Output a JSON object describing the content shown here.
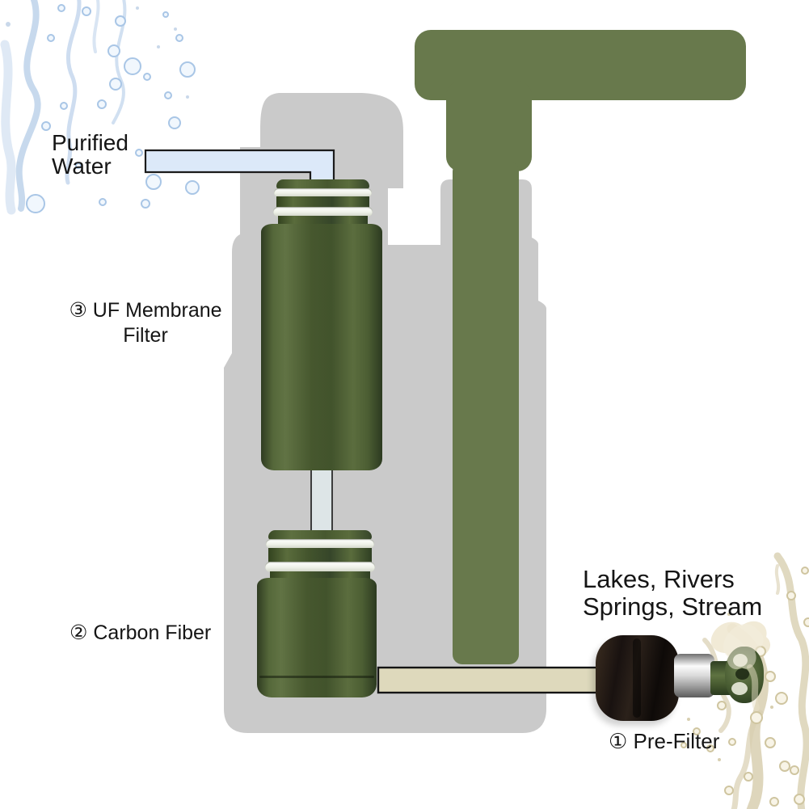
{
  "diagram": {
    "title": "Portable water filter pump diagram",
    "labels": {
      "purified_water": [
        "Purified",
        "Water"
      ],
      "uf_membrane": [
        "③ UF Membrane",
        "Filter"
      ],
      "carbon_fiber": "② Carbon Fiber",
      "water_source": [
        "Lakes, Rivers",
        "Springs, Stream"
      ],
      "pre_filter": "① Pre-Filter"
    },
    "parts": [
      "pump-handle",
      "pump-body-silhouette",
      "purified-water-tube",
      "uf-membrane-filter",
      "core-connector-tube",
      "carbon-fiber-filter",
      "intake-hose",
      "pre-filter-foam-float",
      "pre-filter-strainer-wheel"
    ],
    "colors": {
      "handle_olive": "#68794C",
      "filter_green_dark": "#46572E",
      "body_gray": "#CACACA",
      "tube_blue": "#DCE9F9",
      "core_tube_gray_blue": "#DDE5E7",
      "hose_beige": "#DED9BC",
      "foam_black": "#1F1812",
      "splash_blue": "#B9CFE9",
      "splash_beige": "#D8CFB0",
      "text": "#151515"
    }
  }
}
